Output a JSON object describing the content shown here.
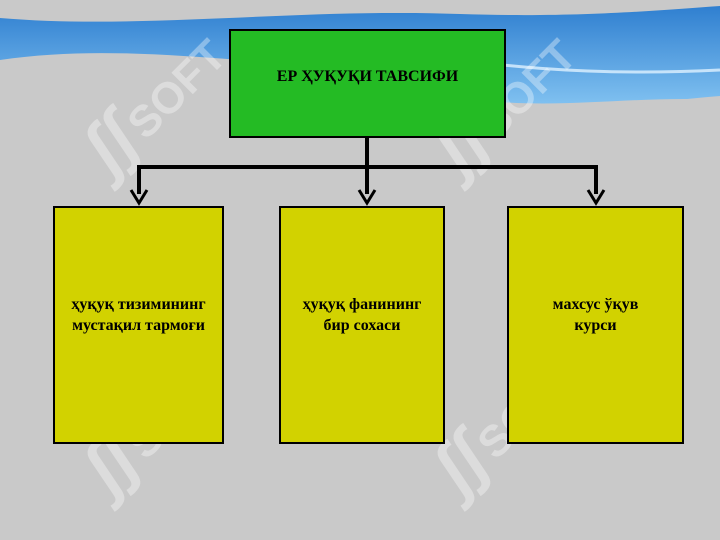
{
  "diagram": {
    "root": {
      "label": "ЕР ҲУҚУҚИ ТАВСИФИ"
    },
    "children": [
      {
        "label_line1": "ҳуқуқ тизимининг",
        "label_line2": "мустақил тармоғи"
      },
      {
        "label_line1": "ҳуқуқ фанининг",
        "label_line2": "бир сохаси"
      },
      {
        "label_line1": "махсус ўқув",
        "label_line2": "курси"
      }
    ]
  },
  "watermark": {
    "text": "SOFT",
    "mark": "ʃʃ"
  },
  "colors": {
    "background": "#c9c9c9",
    "root_fill": "#24bb24",
    "child_fill": "#d2d200",
    "wave_blue": "#3a8fd6"
  }
}
